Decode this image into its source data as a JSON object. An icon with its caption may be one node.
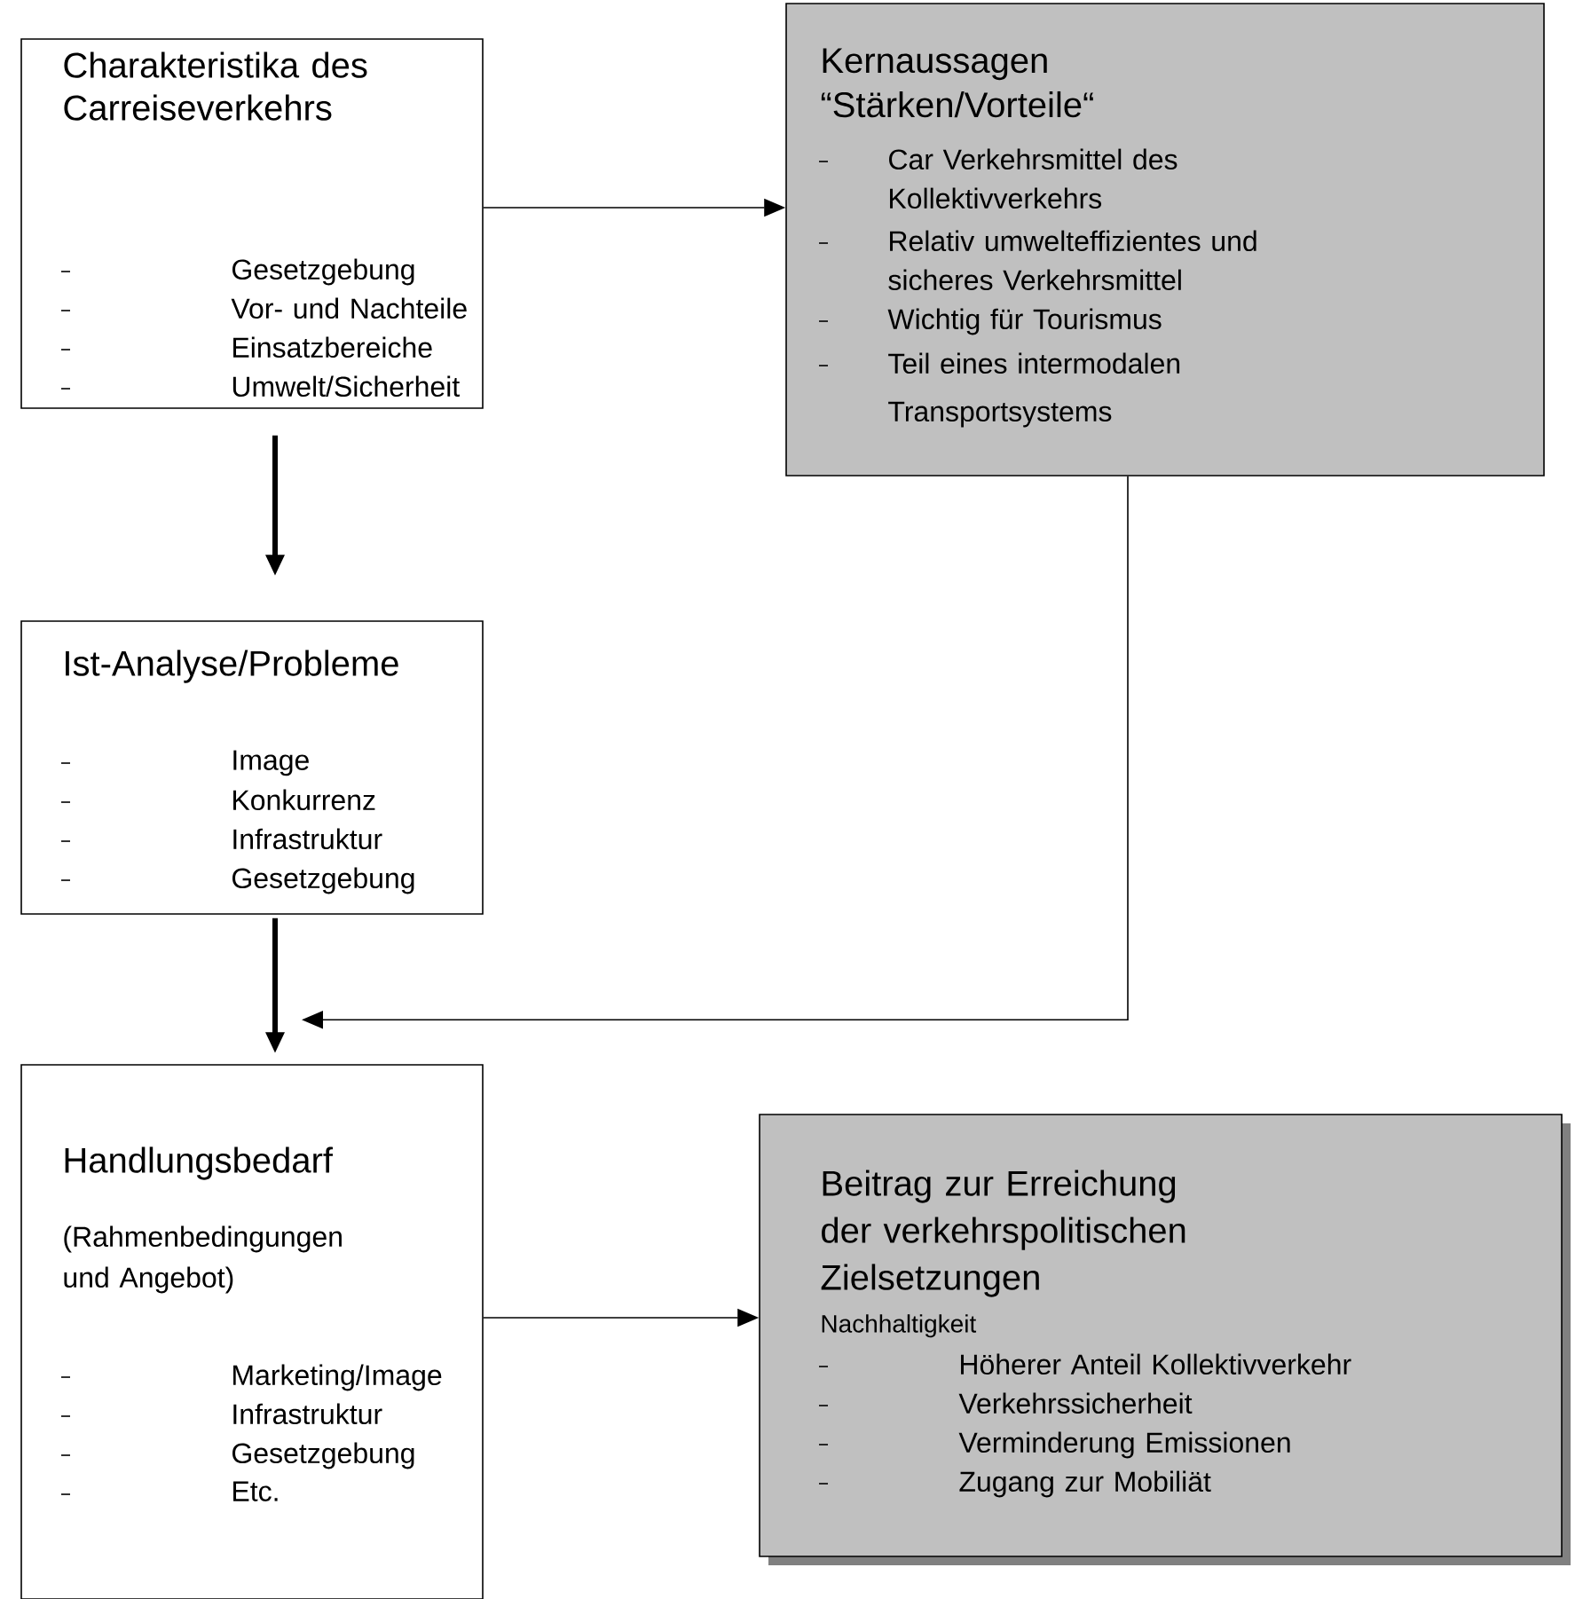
{
  "diagram": {
    "nodes": [
      {
        "text": [
          "Charakteristika des Carreiseverkehrs",
          "Gesetzgebung",
          "Vor- und Nachteile",
          "Einsatzbereiche",
          "Umwelt/Sicherheit"
        ]
      },
      {
        "text": [
          "Kernaussagen “Stärken/Vorteile“",
          "Car Verkehrsmittel des Kollektivverkehrs",
          "Relativ umwelteffizientes und sicheres Verkehrsmittel",
          "Wichtig für Tourismus",
          "Teil eines intermodalen Transportsystems"
        ]
      },
      {
        "text": [
          "Ist-Analyse/Probleme",
          "Image",
          "Konkurrenz",
          "Infrastruktur",
          "Gesetzgebung"
        ]
      },
      {
        "text": [
          "Handlungsbedarf",
          "(Rahmenbedingungen und Angebot)",
          "Marketing/Image",
          "Infrastruktur",
          "Gesetzgebung",
          "Etc."
        ]
      },
      {
        "text": [
          "Beitrag zur Erreichung der verkehrspolitischen Zielsetzungen",
          "Nachhaltigkeit",
          "Höherer Anteil Kollektivverkehr",
          "Verkehrssicherheit",
          "Verminderung Emissionen",
          "Zugang zur Mobiliät"
        ]
      }
    ],
    "edges": [
      {
        "from": 0,
        "to": 1,
        "arrow": "to"
      },
      {
        "from": 0,
        "to": 2,
        "arrow": "to",
        "style": "thick"
      },
      {
        "from": 1,
        "to": 3,
        "arrow": "to"
      },
      {
        "from": 2,
        "to": 3,
        "arrow": "to",
        "style": "thick"
      },
      {
        "from": 3,
        "to": 4,
        "arrow": "to"
      }
    ]
  }
}
